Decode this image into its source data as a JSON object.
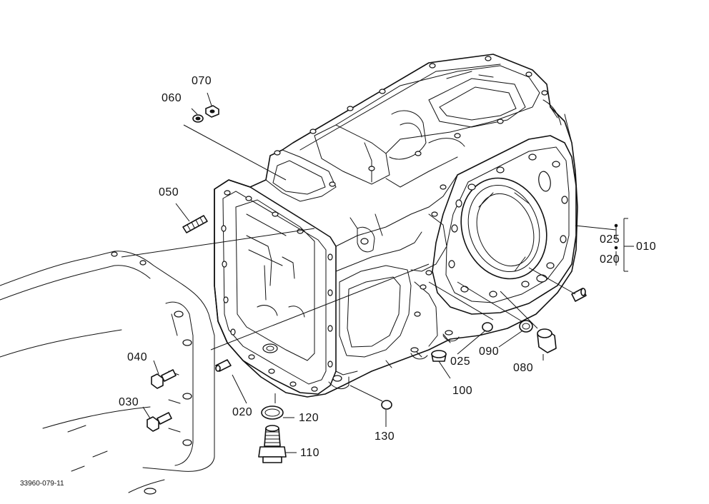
{
  "diagram": {
    "drawing_number": "33960-079-11",
    "parts": {
      "p010": "010",
      "p020_right": "020",
      "p025_right": "025",
      "p020_left": "020",
      "p025_mid": "025",
      "p030": "030",
      "p040": "040",
      "p050": "050",
      "p060": "060",
      "p070": "070",
      "p080": "080",
      "p090": "090",
      "p100": "100",
      "p110": "110",
      "p120": "120",
      "p130": "130"
    }
  }
}
